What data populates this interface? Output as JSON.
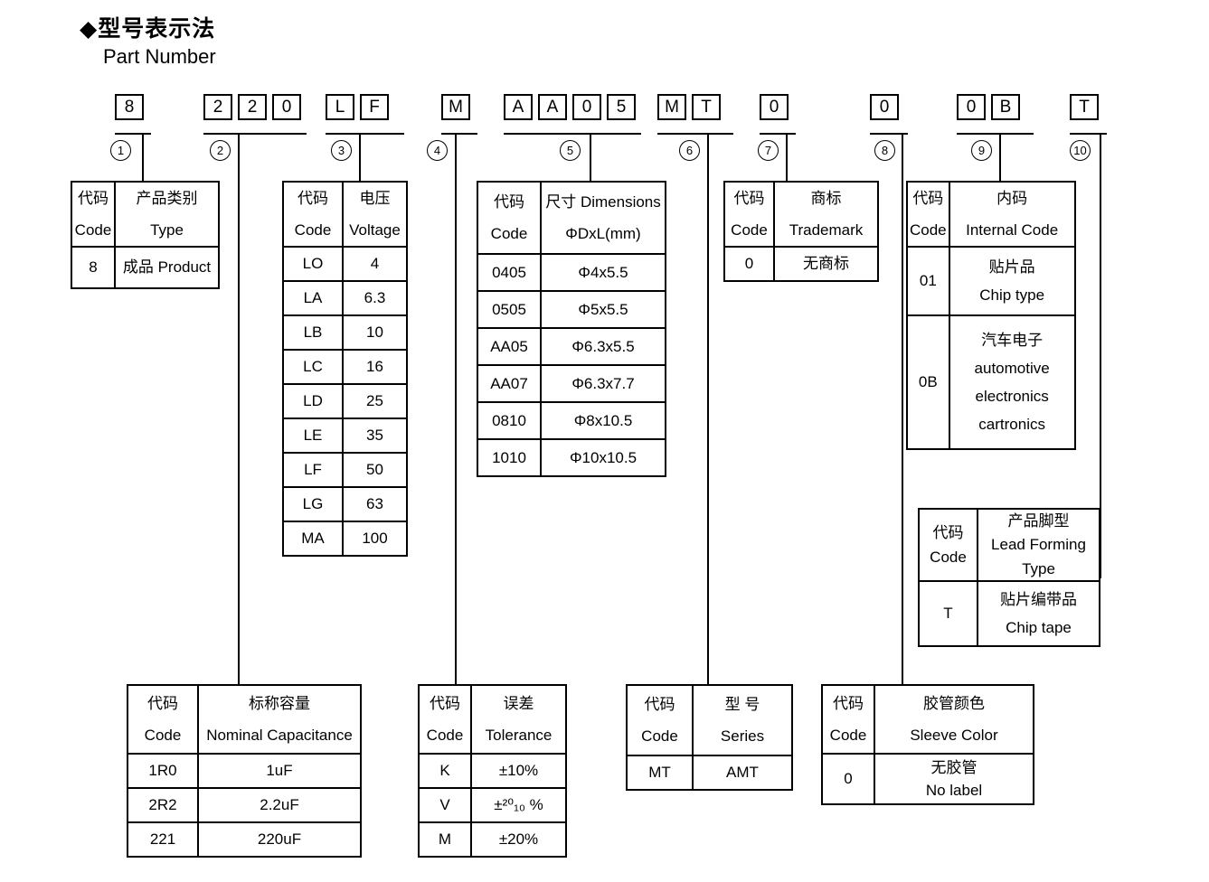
{
  "title": {
    "bullet": "◆",
    "cn": "型号表示法",
    "en": "Part Number"
  },
  "part_number": {
    "groups": [
      {
        "num": "1",
        "chars": [
          "8"
        ]
      },
      {
        "num": "2",
        "chars": [
          "2",
          "2",
          "0"
        ]
      },
      {
        "num": "3",
        "chars": [
          "L",
          "F"
        ]
      },
      {
        "num": "4",
        "chars": [
          "M"
        ]
      },
      {
        "num": "5",
        "chars": [
          "A",
          "A",
          "0",
          "5"
        ]
      },
      {
        "num": "6",
        "chars": [
          "M",
          "T"
        ]
      },
      {
        "num": "7",
        "chars": [
          "0"
        ]
      },
      {
        "num": "8",
        "chars": [
          "0"
        ]
      },
      {
        "num": "9",
        "chars": [
          "0",
          "B"
        ]
      },
      {
        "num": "10",
        "chars": [
          "T"
        ]
      }
    ]
  },
  "tables": {
    "product": {
      "header": {
        "code_cn": "代码",
        "code_en": "Code",
        "label_cn": "产品类别",
        "label_en": "Type"
      },
      "rows": [
        {
          "code": "8",
          "value": "成品 Product"
        }
      ]
    },
    "capacitance": {
      "header": {
        "code_cn": "代码",
        "code_en": "Code",
        "label_cn": "标称容量",
        "label_en": "Nominal Capacitance"
      },
      "rows": [
        {
          "code": "1R0",
          "value": "1uF"
        },
        {
          "code": "2R2",
          "value": "2.2uF"
        },
        {
          "code": "221",
          "value": "220uF"
        }
      ]
    },
    "voltage": {
      "header": {
        "code_cn": "代码",
        "code_en": "Code",
        "label_cn": "电压",
        "label_en": "Voltage"
      },
      "rows": [
        {
          "code": "LO",
          "value": "4"
        },
        {
          "code": "LA",
          "value": "6.3"
        },
        {
          "code": "LB",
          "value": "10"
        },
        {
          "code": "LC",
          "value": "16"
        },
        {
          "code": "LD",
          "value": "25"
        },
        {
          "code": "LE",
          "value": "35"
        },
        {
          "code": "LF",
          "value": "50"
        },
        {
          "code": "LG",
          "value": "63"
        },
        {
          "code": "MA",
          "value": "100"
        }
      ]
    },
    "tolerance": {
      "header": {
        "code_cn": "代码",
        "code_en": "Code",
        "label_cn": "误差",
        "label_en": "Tolerance"
      },
      "rows": [
        {
          "code": "K",
          "value": "±10%"
        },
        {
          "code": "V",
          "value": "±²⁰₁₀ %"
        },
        {
          "code": "M",
          "value": "±20%"
        }
      ]
    },
    "dimensions": {
      "header": {
        "code_cn": "代码",
        "code_en": "Code",
        "label_cn": "尺寸 Dimensions",
        "label_en": "ΦDxL(mm)"
      },
      "rows": [
        {
          "code": "0405",
          "value": "Φ4x5.5"
        },
        {
          "code": "0505",
          "value": "Φ5x5.5"
        },
        {
          "code": "AA05",
          "value": "Φ6.3x5.5"
        },
        {
          "code": "AA07",
          "value": "Φ6.3x7.7"
        },
        {
          "code": "0810",
          "value": "Φ8x10.5"
        },
        {
          "code": "1010",
          "value": "Φ10x10.5"
        }
      ]
    },
    "series": {
      "header": {
        "code_cn": "代码",
        "code_en": "Code",
        "label_cn": "型 号",
        "label_en": "Series"
      },
      "rows": [
        {
          "code": "MT",
          "value": "AMT"
        }
      ]
    },
    "trademark": {
      "header": {
        "code_cn": "代码",
        "code_en": "Code",
        "label_cn": "商标",
        "label_en": "Trademark"
      },
      "rows": [
        {
          "code": "0",
          "value": "无商标"
        }
      ]
    },
    "sleeve": {
      "header": {
        "code_cn": "代码",
        "code_en": "Code",
        "label_cn": "胶管颜色",
        "label_en": "Sleeve Color"
      },
      "rows": [
        {
          "code": "0",
          "lines": [
            "无胶管",
            "No label"
          ]
        }
      ]
    },
    "internal_code": {
      "header": {
        "code_cn": "代码",
        "code_en": "Code",
        "label_cn": "内码",
        "label_en": "Internal Code"
      },
      "rows": [
        {
          "code": "01",
          "lines": [
            "贴片品",
            "Chip type"
          ]
        },
        {
          "code": "0B",
          "lines": [
            "汽车电子",
            "automotive",
            "electronics",
            "cartronics"
          ]
        }
      ]
    },
    "lead_forming": {
      "header": {
        "code_cn": "代码",
        "code_en": "Code",
        "label_lines": [
          "产品脚型",
          "Lead Forming",
          "Type"
        ]
      },
      "rows": [
        {
          "code": "T",
          "lines": [
            "贴片编带品",
            "Chip tape"
          ]
        }
      ]
    }
  }
}
